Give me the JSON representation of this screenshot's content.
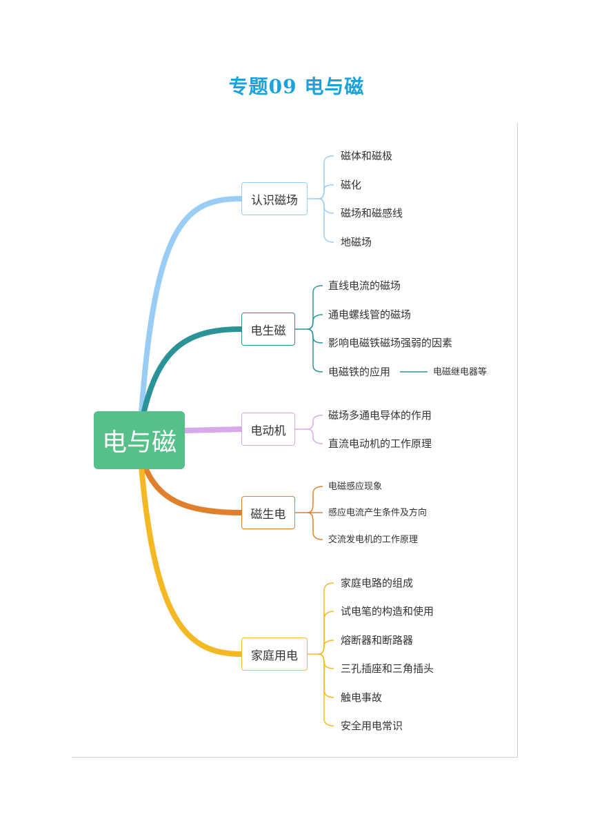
{
  "page": {
    "title": "专题09 电与磁"
  },
  "mindmap": {
    "root": {
      "label": "电与磁",
      "color": "#55c08a"
    },
    "branches": [
      {
        "label": "认识磁场",
        "color": "#99cdf5",
        "items": [
          "磁体和磁极",
          "磁化",
          "磁场和磁感线",
          "地磁场"
        ]
      },
      {
        "label": "电生磁",
        "color": "#2b9397",
        "items": [
          "直线电流的磁场",
          "通电螺线管的磁场",
          "影响电磁铁磁场强弱的因素",
          "电磁铁的应用"
        ],
        "sub": "电磁继电器等"
      },
      {
        "label": "电动机",
        "color": "#d8a9ea",
        "items": [
          "磁场多通电导体的作用",
          "直流电动机的工作原理"
        ]
      },
      {
        "label": "磁生电",
        "color": "#e07f2c",
        "items": [
          "电磁感应现象",
          "感应电流产生条件及方向",
          "交流发电机的工作原理"
        ]
      },
      {
        "label": "家庭用电",
        "color": "#f4b824",
        "items": [
          "家庭电路的组成",
          "试电笔的构造和使用",
          "熔断器和断路器",
          "三孔插座和三角插头",
          "触电事故",
          "安全用电常识"
        ]
      }
    ]
  }
}
